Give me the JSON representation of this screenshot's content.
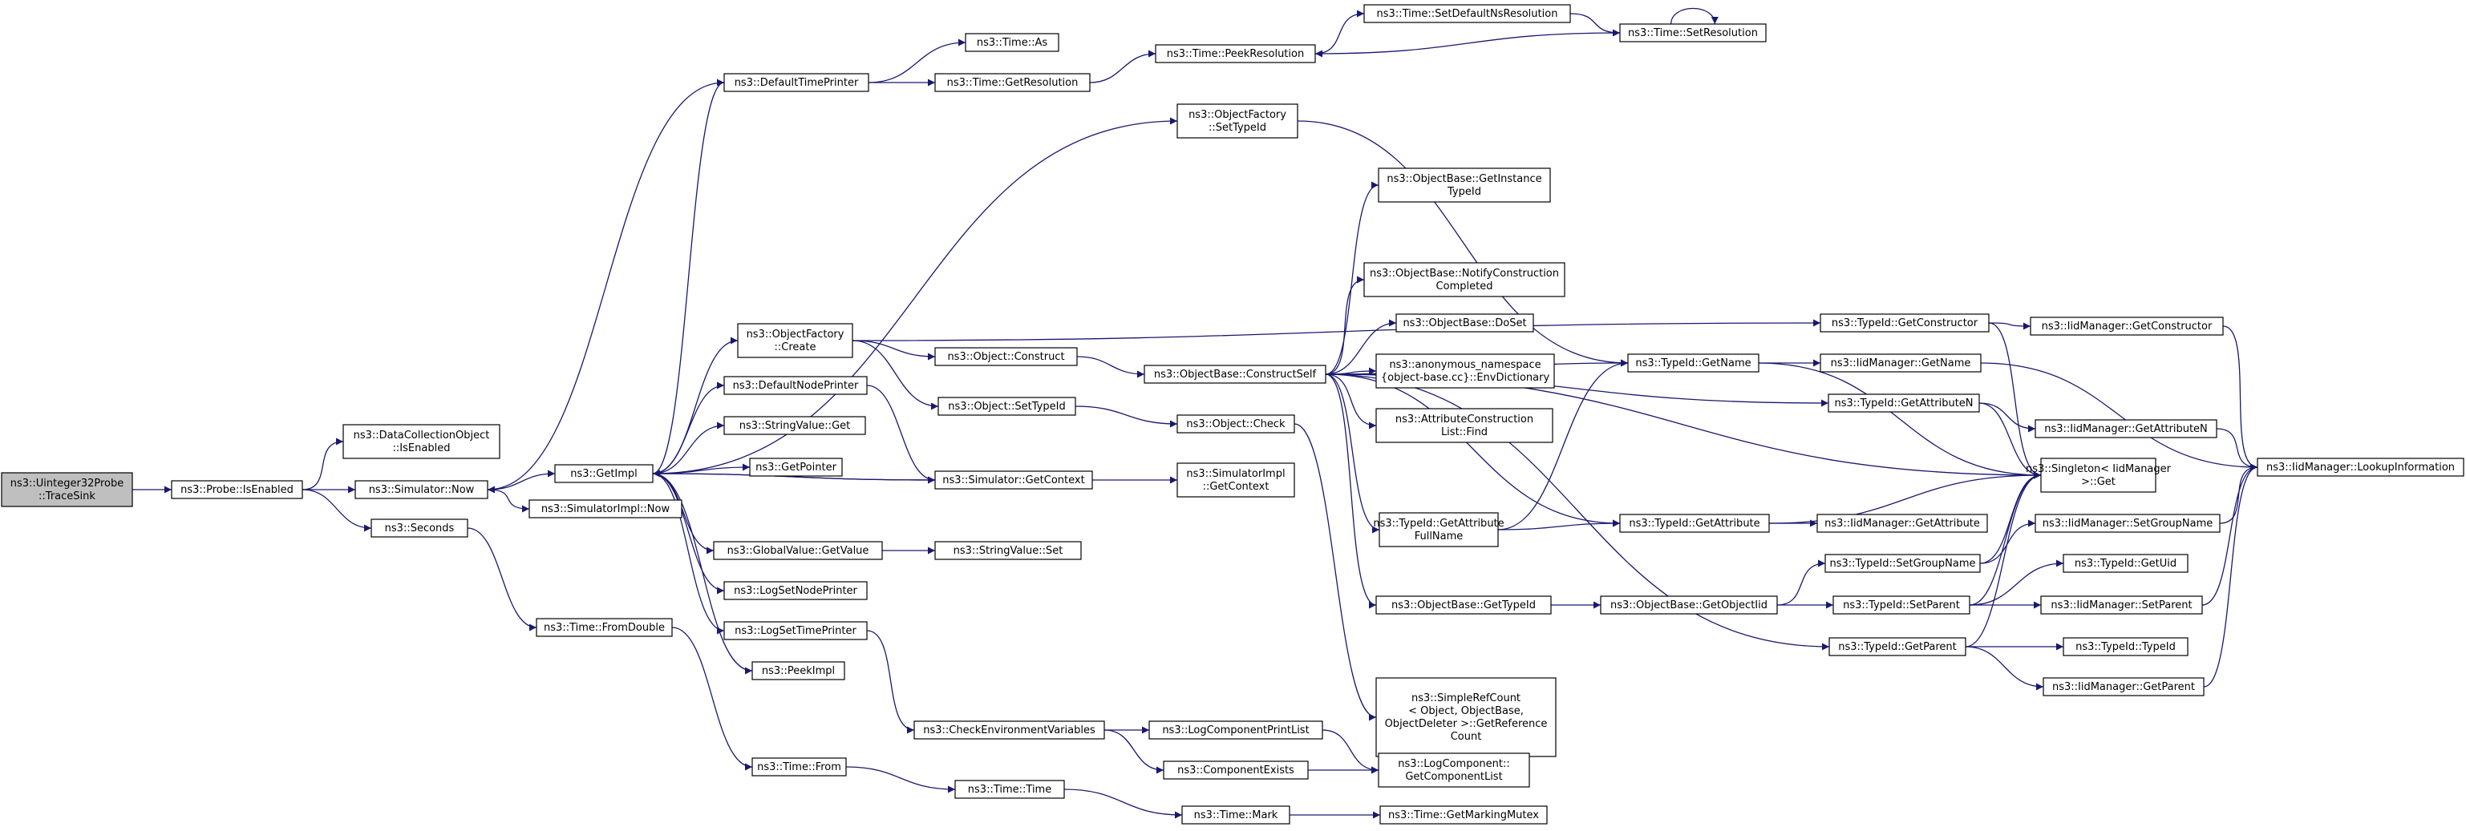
{
  "graph": {
    "nodes": [
      {
        "id": "n0",
        "lines": [
          "ns3::Uinteger32Probe",
          "::TraceSink"
        ],
        "root": true
      },
      {
        "id": "n1",
        "lines": [
          "ns3::Probe::IsEnabled"
        ]
      },
      {
        "id": "n2",
        "lines": [
          "ns3::DataCollectionObject",
          "::IsEnabled"
        ]
      },
      {
        "id": "n3",
        "lines": [
          "ns3::Simulator::Now"
        ]
      },
      {
        "id": "n4",
        "lines": [
          "ns3::Seconds"
        ]
      },
      {
        "id": "n5",
        "lines": [
          "ns3::GetImpl"
        ]
      },
      {
        "id": "n6",
        "lines": [
          "ns3::SimulatorImpl::Now"
        ]
      },
      {
        "id": "n7",
        "lines": [
          "ns3::Time::FromDouble"
        ]
      },
      {
        "id": "n8",
        "lines": [
          "ns3::Time::From"
        ]
      },
      {
        "id": "n9",
        "lines": [
          "ns3::DefaultTimePrinter"
        ]
      },
      {
        "id": "n10",
        "lines": [
          "ns3::ObjectFactory",
          "::Create"
        ]
      },
      {
        "id": "n11",
        "lines": [
          "ns3::DefaultNodePrinter"
        ]
      },
      {
        "id": "n12",
        "lines": [
          "ns3::StringValue::Get"
        ]
      },
      {
        "id": "n13",
        "lines": [
          "ns3::GetPointer"
        ]
      },
      {
        "id": "n14",
        "lines": [
          "ns3::GlobalValue::GetValue"
        ]
      },
      {
        "id": "n15",
        "lines": [
          "ns3::LogSetNodePrinter"
        ]
      },
      {
        "id": "n16",
        "lines": [
          "ns3::LogSetTimePrinter"
        ]
      },
      {
        "id": "n17",
        "lines": [
          "ns3::PeekImpl"
        ]
      },
      {
        "id": "n18",
        "lines": [
          "ns3::Time::As"
        ]
      },
      {
        "id": "n19",
        "lines": [
          "ns3::Time::GetResolution"
        ]
      },
      {
        "id": "n20",
        "lines": [
          "ns3::Time::PeekResolution"
        ]
      },
      {
        "id": "n21",
        "lines": [
          "ns3::Time::SetDefaultNsResolution"
        ]
      },
      {
        "id": "n22",
        "lines": [
          "ns3::Time::SetResolution"
        ]
      },
      {
        "id": "n23",
        "lines": [
          "ns3::ObjectFactory",
          "::SetTypeId"
        ]
      },
      {
        "id": "n24",
        "lines": [
          "ns3::Object::Construct"
        ]
      },
      {
        "id": "n25",
        "lines": [
          "ns3::Object::SetTypeId"
        ]
      },
      {
        "id": "n26",
        "lines": [
          "ns3::Simulator::GetContext"
        ]
      },
      {
        "id": "n27",
        "lines": [
          "ns3::StringValue::Set"
        ]
      },
      {
        "id": "n28",
        "lines": [
          "ns3::CheckEnvironmentVariables"
        ]
      },
      {
        "id": "n29",
        "lines": [
          "ns3::Time::Time"
        ]
      },
      {
        "id": "n30",
        "lines": [
          "ns3::ObjectBase::ConstructSelf"
        ]
      },
      {
        "id": "n31",
        "lines": [
          "ns3::Object::Check"
        ]
      },
      {
        "id": "n32",
        "lines": [
          "ns3::SimulatorImpl",
          "::GetContext"
        ]
      },
      {
        "id": "n33",
        "lines": [
          "ns3::LogComponentPrintList"
        ]
      },
      {
        "id": "n34",
        "lines": [
          "ns3::ComponentExists"
        ]
      },
      {
        "id": "n35",
        "lines": [
          "ns3::Time::Mark"
        ]
      },
      {
        "id": "n36",
        "lines": [
          "ns3::ObjectBase::GetInstance",
          "TypeId"
        ]
      },
      {
        "id": "n37",
        "lines": [
          "ns3::ObjectBase::NotifyConstruction",
          "Completed"
        ]
      },
      {
        "id": "n38",
        "lines": [
          "ns3::ObjectBase::DoSet"
        ]
      },
      {
        "id": "n39",
        "lines": [
          "ns3::anonymous_namespace",
          "{object-base.cc}::EnvDictionary"
        ]
      },
      {
        "id": "n40",
        "lines": [
          "ns3::AttributeConstruction",
          "List::Find"
        ]
      },
      {
        "id": "n41",
        "lines": [
          "ns3::TypeId::GetAttribute",
          "FullName"
        ]
      },
      {
        "id": "n42",
        "lines": [
          "ns3::ObjectBase::GetTypeId"
        ]
      },
      {
        "id": "n43",
        "lines": [
          "ns3::SimpleRefCount",
          "< Object, ObjectBase,",
          "ObjectDeleter >::GetReference",
          "Count"
        ]
      },
      {
        "id": "n44",
        "lines": [
          "ns3::LogComponent::",
          "GetComponentList"
        ]
      },
      {
        "id": "n45",
        "lines": [
          "ns3::Time::GetMarkingMutex"
        ]
      },
      {
        "id": "n46",
        "lines": [
          "ns3::TypeId::GetName"
        ]
      },
      {
        "id": "n47",
        "lines": [
          "ns3::TypeId::GetAttribute"
        ]
      },
      {
        "id": "n48",
        "lines": [
          "ns3::ObjectBase::GetObjectIid"
        ]
      },
      {
        "id": "n49",
        "lines": [
          "ns3::TypeId::GetConstructor"
        ]
      },
      {
        "id": "n50",
        "lines": [
          "ns3::IidManager::GetName"
        ]
      },
      {
        "id": "n51",
        "lines": [
          "ns3::TypeId::GetAttributeN"
        ]
      },
      {
        "id": "n52",
        "lines": [
          "ns3::IidManager::GetAttribute"
        ]
      },
      {
        "id": "n53",
        "lines": [
          "ns3::TypeId::SetGroupName"
        ]
      },
      {
        "id": "n54",
        "lines": [
          "ns3::TypeId::SetParent"
        ]
      },
      {
        "id": "n55",
        "lines": [
          "ns3::TypeId::GetParent"
        ]
      },
      {
        "id": "n56",
        "lines": [
          "ns3::IidManager::GetConstructor"
        ]
      },
      {
        "id": "n57",
        "lines": [
          "ns3::IidManager::GetAttributeN"
        ]
      },
      {
        "id": "n58",
        "lines": [
          "ns3::Singleton< IidManager",
          ">::Get"
        ]
      },
      {
        "id": "n59",
        "lines": [
          "ns3::IidManager::SetGroupName"
        ]
      },
      {
        "id": "n60",
        "lines": [
          "ns3::TypeId::GetUid"
        ]
      },
      {
        "id": "n61",
        "lines": [
          "ns3::IidManager::SetParent"
        ]
      },
      {
        "id": "n62",
        "lines": [
          "ns3::TypeId::TypeId"
        ]
      },
      {
        "id": "n63",
        "lines": [
          "ns3::IidManager::GetParent"
        ]
      },
      {
        "id": "n64",
        "lines": [
          "ns3::IidManager::LookupInformation"
        ]
      }
    ],
    "edges": [
      [
        "n0",
        "n1"
      ],
      [
        "n1",
        "n2"
      ],
      [
        "n1",
        "n3"
      ],
      [
        "n1",
        "n4"
      ],
      [
        "n3",
        "n5"
      ],
      [
        "n3",
        "n6"
      ],
      [
        "n4",
        "n7"
      ],
      [
        "n7",
        "n8"
      ],
      [
        "n8",
        "n29"
      ],
      [
        "n5",
        "n9"
      ],
      [
        "n5",
        "n10"
      ],
      [
        "n5",
        "n11"
      ],
      [
        "n5",
        "n12"
      ],
      [
        "n5",
        "n13"
      ],
      [
        "n5",
        "n14"
      ],
      [
        "n5",
        "n15"
      ],
      [
        "n5",
        "n16"
      ],
      [
        "n5",
        "n17"
      ],
      [
        "n5",
        "n23"
      ],
      [
        "n5",
        "n26"
      ],
      [
        "n9",
        "n3"
      ],
      [
        "n9",
        "n18"
      ],
      [
        "n9",
        "n19"
      ],
      [
        "n19",
        "n20"
      ],
      [
        "n20",
        "n21"
      ],
      [
        "n21",
        "n22"
      ],
      [
        "n22",
        "n22"
      ],
      [
        "n22",
        "n20"
      ],
      [
        "n10",
        "n24"
      ],
      [
        "n10",
        "n25"
      ],
      [
        "n10",
        "n49"
      ],
      [
        "n11",
        "n26"
      ],
      [
        "n26",
        "n5"
      ],
      [
        "n26",
        "n32"
      ],
      [
        "n14",
        "n27"
      ],
      [
        "n16",
        "n28"
      ],
      [
        "n28",
        "n33"
      ],
      [
        "n28",
        "n34"
      ],
      [
        "n33",
        "n44"
      ],
      [
        "n34",
        "n44"
      ],
      [
        "n29",
        "n35"
      ],
      [
        "n35",
        "n45"
      ],
      [
        "n23",
        "n46"
      ],
      [
        "n24",
        "n30"
      ],
      [
        "n25",
        "n31"
      ],
      [
        "n31",
        "n43"
      ],
      [
        "n30",
        "n36"
      ],
      [
        "n30",
        "n37"
      ],
      [
        "n30",
        "n38"
      ],
      [
        "n30",
        "n39"
      ],
      [
        "n30",
        "n40"
      ],
      [
        "n30",
        "n41"
      ],
      [
        "n30",
        "n42"
      ],
      [
        "n30",
        "n46"
      ],
      [
        "n30",
        "n47"
      ],
      [
        "n30",
        "n51"
      ],
      [
        "n30",
        "n55"
      ],
      [
        "n30",
        "n58"
      ],
      [
        "n41",
        "n46"
      ],
      [
        "n41",
        "n47"
      ],
      [
        "n42",
        "n48"
      ],
      [
        "n48",
        "n53"
      ],
      [
        "n48",
        "n54"
      ],
      [
        "n46",
        "n50"
      ],
      [
        "n46",
        "n58"
      ],
      [
        "n47",
        "n52"
      ],
      [
        "n47",
        "n58"
      ],
      [
        "n49",
        "n56"
      ],
      [
        "n49",
        "n58"
      ],
      [
        "n51",
        "n57"
      ],
      [
        "n51",
        "n58"
      ],
      [
        "n53",
        "n59"
      ],
      [
        "n53",
        "n58"
      ],
      [
        "n54",
        "n60"
      ],
      [
        "n54",
        "n61"
      ],
      [
        "n54",
        "n58"
      ],
      [
        "n55",
        "n62"
      ],
      [
        "n55",
        "n63"
      ],
      [
        "n55",
        "n58"
      ],
      [
        "n50",
        "n64"
      ],
      [
        "n56",
        "n64"
      ],
      [
        "n57",
        "n64"
      ],
      [
        "n59",
        "n64"
      ],
      [
        "n61",
        "n64"
      ],
      [
        "n63",
        "n64"
      ]
    ]
  }
}
